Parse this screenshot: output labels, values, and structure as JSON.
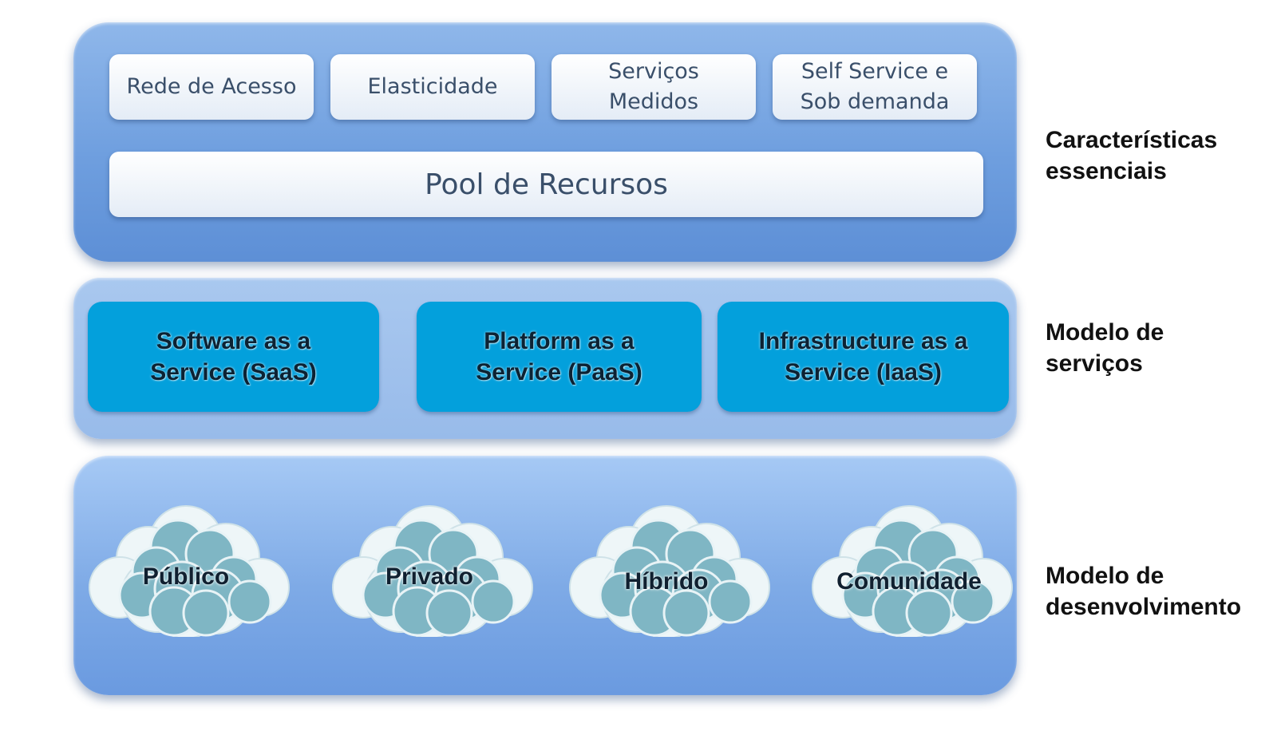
{
  "essential": {
    "chips": [
      "Rede de Acesso",
      "Elasticidade",
      "Serviços\nMedidos",
      "Self Service e\nSob demanda"
    ],
    "pool": "Pool de Recursos",
    "side_label": "Características\nessenciais"
  },
  "services": {
    "items": [
      "Software as a\nService (SaaS)",
      "Platform as a\nService (PaaS)",
      "Infrastructure as a\nService (IaaS)"
    ],
    "side_label": "Modelo de\nserviços"
  },
  "deployment": {
    "clouds": [
      "Público",
      "Privado",
      "Híbrido",
      "Comunidade"
    ],
    "side_label": "Modelo de\ndesenvolvimento"
  },
  "colors": {
    "service_box": "#03a0dc",
    "layer_blue": "#6f9fdf",
    "cloud_teal": "#7fb6c4"
  }
}
